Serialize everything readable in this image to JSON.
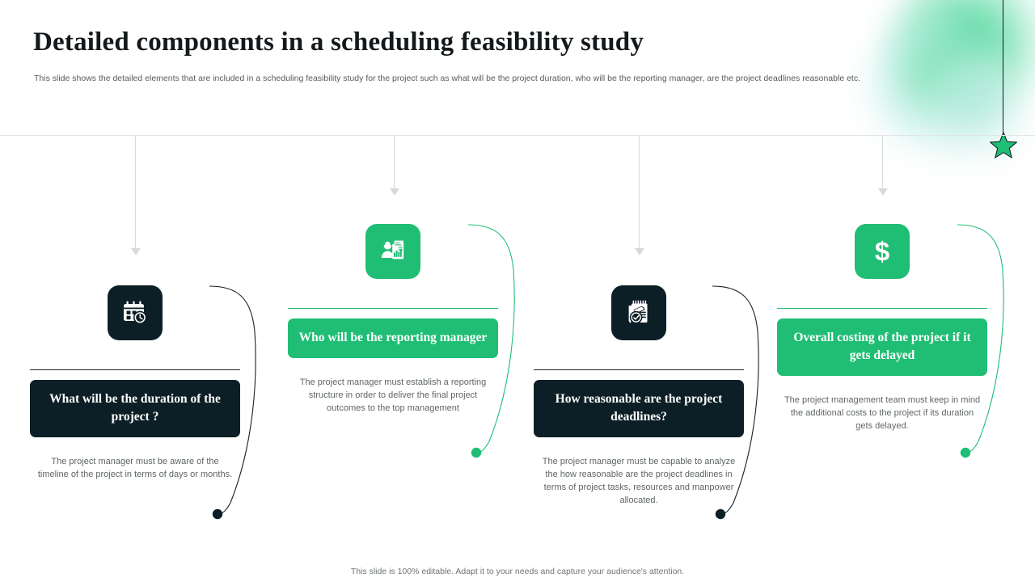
{
  "header": {
    "title": "Detailed components in a scheduling feasibility study",
    "subtitle": "This slide shows the detailed elements that are included in a scheduling feasibility study for the project such as what will be the project duration, who will be the reporting manager, are the project deadlines reasonable etc."
  },
  "colors": {
    "accent_green": "#1fbe74",
    "dark": "#0d1f26",
    "body_text": "#5f6568",
    "rule": "#e2e4e5"
  },
  "columns": [
    {
      "icon": "calendar-clock-icon",
      "theme": "dark",
      "label": "What will be the duration of the project ?",
      "description": "The project manager must be aware of the timeline of the project in terms of days or months."
    },
    {
      "icon": "person-report-icon",
      "theme": "green",
      "label": "Who will be the reporting manager",
      "description": "The project manager must establish a reporting structure in order to deliver the final project outcomes to the top management"
    },
    {
      "icon": "notepad-pencil-clock-icon",
      "theme": "dark",
      "label": "How reasonable are the project deadlines?",
      "description": "The project manager must be capable to analyze the how reasonable are the project deadlines in terms of project tasks, resources and manpower allocated."
    },
    {
      "icon": "dollar-sign-icon",
      "theme": "green",
      "label": "Overall costing of  the project if it gets delayed",
      "description": "The project management team must keep in mind the additional costs to the project if its duration gets delayed."
    }
  ],
  "decoration": {
    "star": "star-icon"
  },
  "footer": {
    "note": "This slide is 100% editable. Adapt it to your needs and capture your audience's attention."
  }
}
